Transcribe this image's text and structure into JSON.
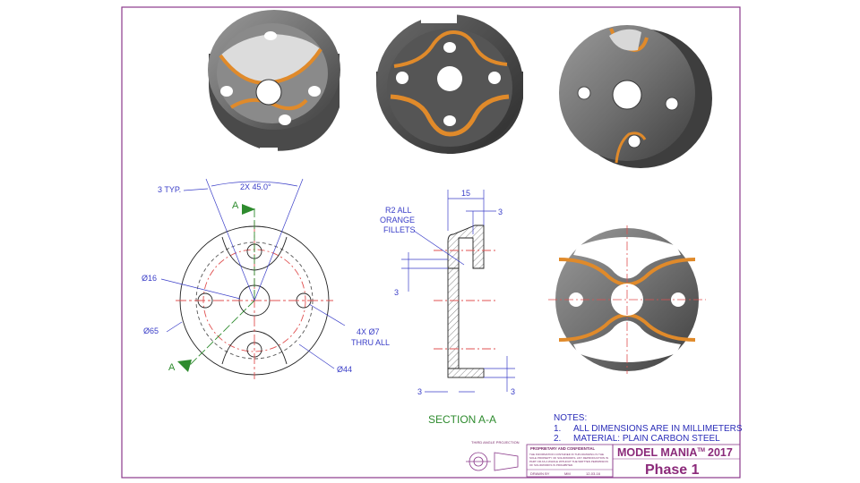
{
  "views": {
    "labels": {
      "typ": "3 TYP.",
      "angle": "2X 45.0°",
      "dia16": "Ø16",
      "dia65": "Ø65",
      "dia44": "Ø44",
      "holes_line1": "4X Ø7",
      "holes_line2": "THRU ALL",
      "section_letter_top": "A",
      "section_letter_bottom": "A",
      "fillet_line1": "R2 ALL",
      "fillet_line2": "ORANGE",
      "fillet_line3": "FILLETS",
      "width15": "15",
      "three_a": "3",
      "three_b": "3",
      "three_c": "3",
      "three_d": "3",
      "section_title": "SECTION A-A"
    }
  },
  "notes": {
    "heading": "NOTES:",
    "items": [
      {
        "num": "1.",
        "text": "ALL DIMENSIONS ARE IN MILLIMETERS"
      },
      {
        "num": "2.",
        "text": "MATERIAL: PLAIN CARBON STEEL"
      }
    ]
  },
  "title_block": {
    "projection": "THIRD ANGLE PROJECTION",
    "proprietary_title": "PROPRIETARY AND CONFIDENTIAL",
    "proprietary_lines": [
      "THE INFORMATION CONTAINED IN THIS DRAWING IS THE",
      "SOLE PROPERTY OF SOLIDWORKS. ANY REPRODUCTION IN",
      "PART OR AS A WHOLE WITHOUT THE WRITTEN PERMISSION",
      "OF SOLIDWORKS IS PROHIBITED."
    ],
    "drawn_by": "DRAWN BY",
    "initials": "MM",
    "date": "12-03-16",
    "title_main": "MODEL MANIA",
    "title_tm": "TM",
    "title_year": "2017",
    "phase": "Phase 1"
  },
  "colors": {
    "border": "#8b3a8b",
    "dimension": "#3a3ec8",
    "centerline": "#e05050",
    "section": "#2e8b2e",
    "title": "#8b2a7a",
    "fillet": "#e08a2a",
    "steel": "#6e6e6e"
  }
}
